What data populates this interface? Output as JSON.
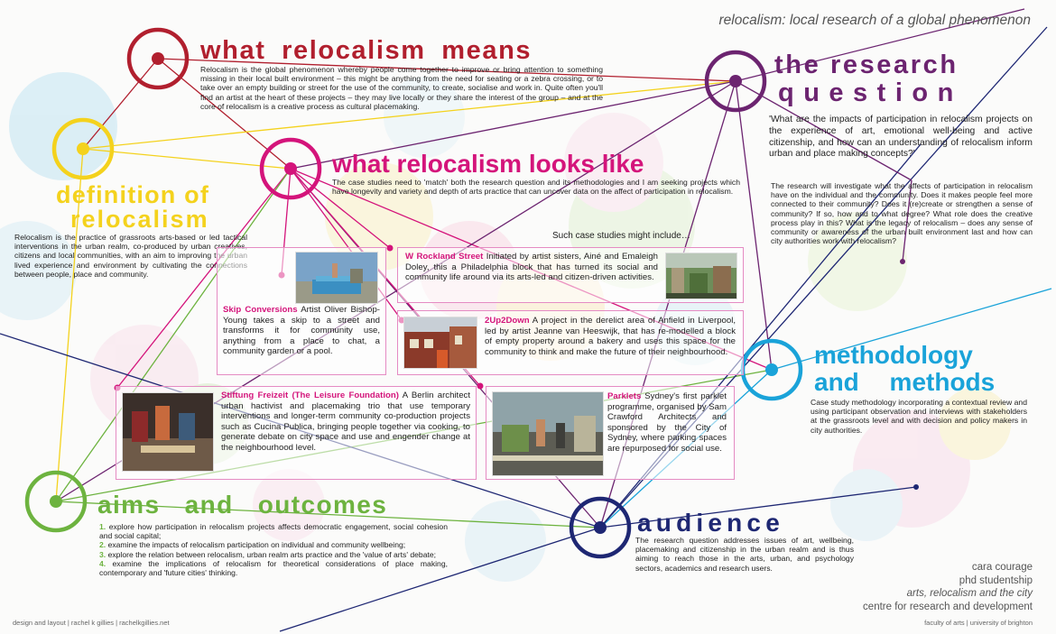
{
  "page_title": "relocalism: local research of a global phenomenon",
  "colors": {
    "red": "#b11f2e",
    "purple": "#6c2470",
    "yellow": "#f4d21d",
    "magenta": "#d4147b",
    "blue": "#1aa3d9",
    "green": "#6db33f",
    "navy": "#1e2773"
  },
  "sections": {
    "meaning": {
      "title": "what relocalism means",
      "text": "Relocalism is the global phenomenon whereby people come together to improve or bring attention to something missing in their local built environment – this might be anything from the need for seating or a zebra crossing, or to take over an empty building or street for the use of the community, to create, socialise and work in. Quite often you'll find an artist at the heart of these projects – they may live locally or they share the interest of the group – and at the core of relocalism is a creative process as cultural placemaking."
    },
    "research": {
      "title_line1": "the research",
      "title_line2": "question",
      "quote": "'What are the impacts of participation in relocalism projects on the experience of art, emotional well-being and active citizenship, and how can an understanding of relocalism inform urban and place making concepts?'",
      "text": "The research will investigate what the affects of participation in relocalism have on the individual and the community. Does it makes people feel more connected to their community? Does it (re)create or strengthen a sense of community? If so, how and to what degree? What role does the creative process play in this? What is the legacy of relocalism – does any sense of community or awareness of the urban built environment last and how can city authorities work with relocalism?"
    },
    "definition": {
      "title_line1": "definition of",
      "title_line2": "relocalism",
      "text": "Relocalism is the practice of grassroots arts-based or led tactical interventions in the urban realm, co-produced by urban creatives, citizens and local communities, with an aim to improving the urban lived experience and environment by cultivating the connections between people, place and community."
    },
    "looks_like": {
      "title": "what relocalism looks like",
      "text": "The case studies need to 'match' both the research question and its methodologies and I am seeking projects which have longevity and variety and depth of arts practice that can uncover data on the affect of participation in relocalism.",
      "note": "Such case studies might include…"
    },
    "methodology": {
      "title_line1": "methodology",
      "title_line2": "and methods",
      "text": "Case study methodology incorporating a contextual review and using participant observation and interviews with stakeholders at the grassroots level and with decision and policy makers in city authorities."
    },
    "aims": {
      "title": "aims and outcomes",
      "items": [
        {
          "n": "1.",
          "text": "explore how participation in relocalism projects affects democratic engagement, social cohesion and social capital;"
        },
        {
          "n": "2.",
          "text": "examine the impacts of relocalism participation on individual and community wellbeing;"
        },
        {
          "n": "3.",
          "text": "explore the relation between relocalism, urban realm arts practice and the 'value of arts' debate;"
        },
        {
          "n": "4.",
          "text": "examine the implications of relocalism for theoretical considerations of place making, contemporary and 'future cities' thinking."
        }
      ]
    },
    "audience": {
      "title": "audience",
      "text": "The research question addresses issues of art, wellbeing, placemaking and citizenship in the urban realm and is thus aiming to reach those in the arts, urban, and psychology sectors, academics and research users."
    }
  },
  "cases": {
    "rockland": {
      "title": "W Rockland Street",
      "text": " Initiated by artist sisters, Ainé and Emaleigh Doley, this a Philadelphia block that has turned its social and community life around via its arts-led and citizen-driven activities."
    },
    "skip": {
      "title": "Skip Conversions",
      "text": " Artist Oliver Bishop-Young takes a skip to a street and transforms it for community use, anything from a place to chat, a community garden or a pool."
    },
    "up2down": {
      "title": "2Up2Down",
      "text": " A project in the derelict area of Anfield in Liverpool, led by artist Jeanne van Heeswijk, that has re-modelled a block of empty property around a bakery and uses this space for the community to think and make the future of their neighbourhood."
    },
    "stiftung": {
      "title": "Stiftung Freizeit (The Leisure Foundation)",
      "text": " A Berlin architect urban hactivist and placemaking trio that use temporary interventions and longer-term community co-production projects such as Cucina Publica, bringing people together via cooking, to generate debate on city space and use and engender change at the neighbourhood level."
    },
    "parklets": {
      "title": "Parklets",
      "text": " Sydney's first parklet programme, organised by Sam Crawford Architects and sponsored by the City of Sydney, where parking spaces are repurposed for social use."
    }
  },
  "credits": {
    "lines": [
      "cara courage",
      "phd studentship",
      "arts, relocalism and the city",
      "centre for research and development"
    ],
    "designer": "design and layout | rachel k gillies | rachelkgillies.net",
    "faculty": "faculty of arts | university of brighton"
  }
}
